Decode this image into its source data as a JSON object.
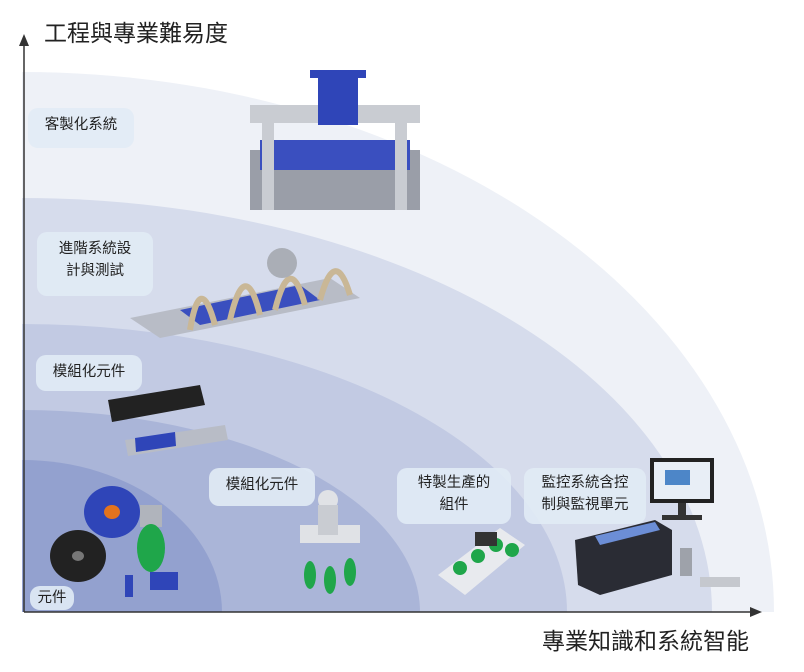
{
  "axes": {
    "y_title": "工程與專業難易度",
    "x_title": "專業知識和系統智能"
  },
  "levels": [
    {
      "label": "客製化系統",
      "product_icon": "robotic-system-icon"
    },
    {
      "label": "進階系統設計與測試",
      "line1": "進階系統設",
      "line2": "計與測試",
      "product_icon": "vacuum-conveyor-icon"
    },
    {
      "label": "模組化元件",
      "product_icon": "modular-gripper-icon"
    },
    {
      "label": "模組化元件",
      "product_icon": "suction-cup-assembly-icon"
    },
    {
      "label": "特製生產的組件",
      "line1": "特製生產的",
      "line2": "組件",
      "product_icon": "custom-gripper-icon"
    },
    {
      "label": "監控系統含控制與監視單元",
      "line1": "監控系統含控",
      "line2": "制與監視單元",
      "product_icon": "control-monitor-icon"
    },
    {
      "label": "元件",
      "product_icon": "suction-cup-icon"
    }
  ],
  "colors": {
    "band_outer": "#eef1f8",
    "band_inner": "#8f9dcc",
    "accent_blue": "#2f45b8",
    "accent_green": "#1fa64a"
  }
}
